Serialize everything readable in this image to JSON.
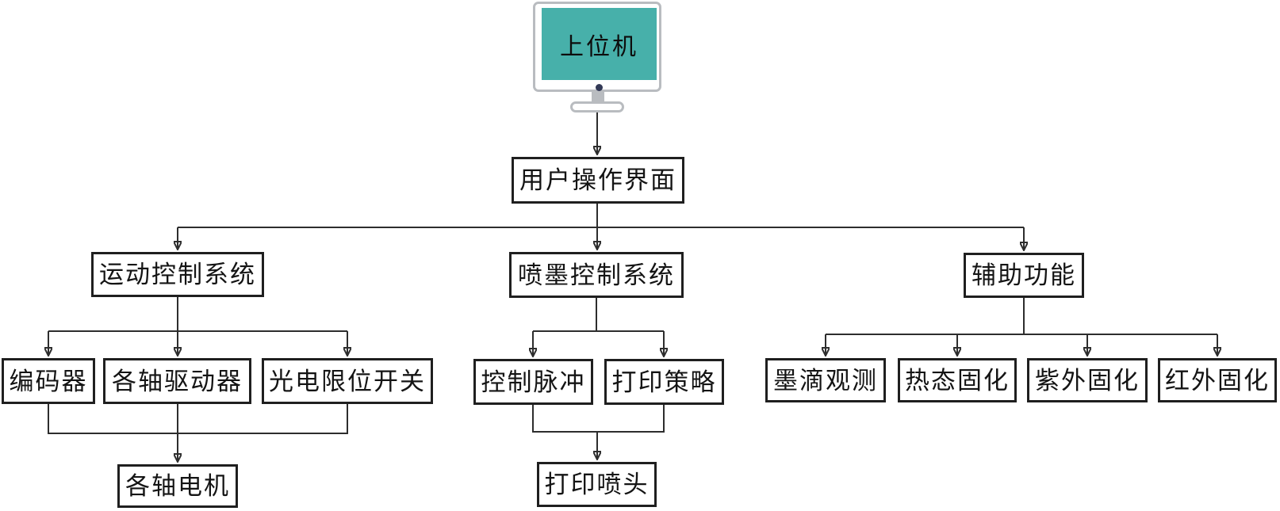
{
  "diagram": {
    "type": "hierarchy-flowchart",
    "colors": {
      "line": "#2d2d2d",
      "box_border": "#1f1f1f",
      "screen_teal": "#47b0aa",
      "monitor_frame": "#b9bcc0",
      "dot_navy": "#333a56"
    },
    "nodes": {
      "host": {
        "label": "上位机"
      },
      "ui": {
        "label": "用户操作界面"
      },
      "motion": {
        "label": "运动控制系统"
      },
      "inkjet": {
        "label": "喷墨控制系统"
      },
      "aux": {
        "label": "辅助功能"
      },
      "encoder": {
        "label": "编码器"
      },
      "axis_drivers": {
        "label": "各轴驱动器"
      },
      "photo_limit_switch": {
        "label": "光电限位开关"
      },
      "axis_motors": {
        "label": "各轴电机"
      },
      "control_pulse": {
        "label": "控制脉冲"
      },
      "print_strategy": {
        "label": "打印策略"
      },
      "print_head": {
        "label": "打印喷头"
      },
      "ink_drop_observation": {
        "label": "墨滴观测"
      },
      "thermal_curing": {
        "label": "热态固化"
      },
      "uv_curing": {
        "label": "紫外固化"
      },
      "ir_curing": {
        "label": "红外固化"
      }
    },
    "edges": [
      [
        "host",
        "ui"
      ],
      [
        "ui",
        "motion"
      ],
      [
        "ui",
        "inkjet"
      ],
      [
        "ui",
        "aux"
      ],
      [
        "motion",
        "encoder"
      ],
      [
        "motion",
        "axis_drivers"
      ],
      [
        "motion",
        "photo_limit_switch"
      ],
      [
        "encoder",
        "axis_motors"
      ],
      [
        "axis_drivers",
        "axis_motors"
      ],
      [
        "photo_limit_switch",
        "axis_motors"
      ],
      [
        "inkjet",
        "control_pulse"
      ],
      [
        "inkjet",
        "print_strategy"
      ],
      [
        "control_pulse",
        "print_head"
      ],
      [
        "print_strategy",
        "print_head"
      ],
      [
        "aux",
        "ink_drop_observation"
      ],
      [
        "aux",
        "thermal_curing"
      ],
      [
        "aux",
        "uv_curing"
      ],
      [
        "aux",
        "ir_curing"
      ]
    ]
  }
}
